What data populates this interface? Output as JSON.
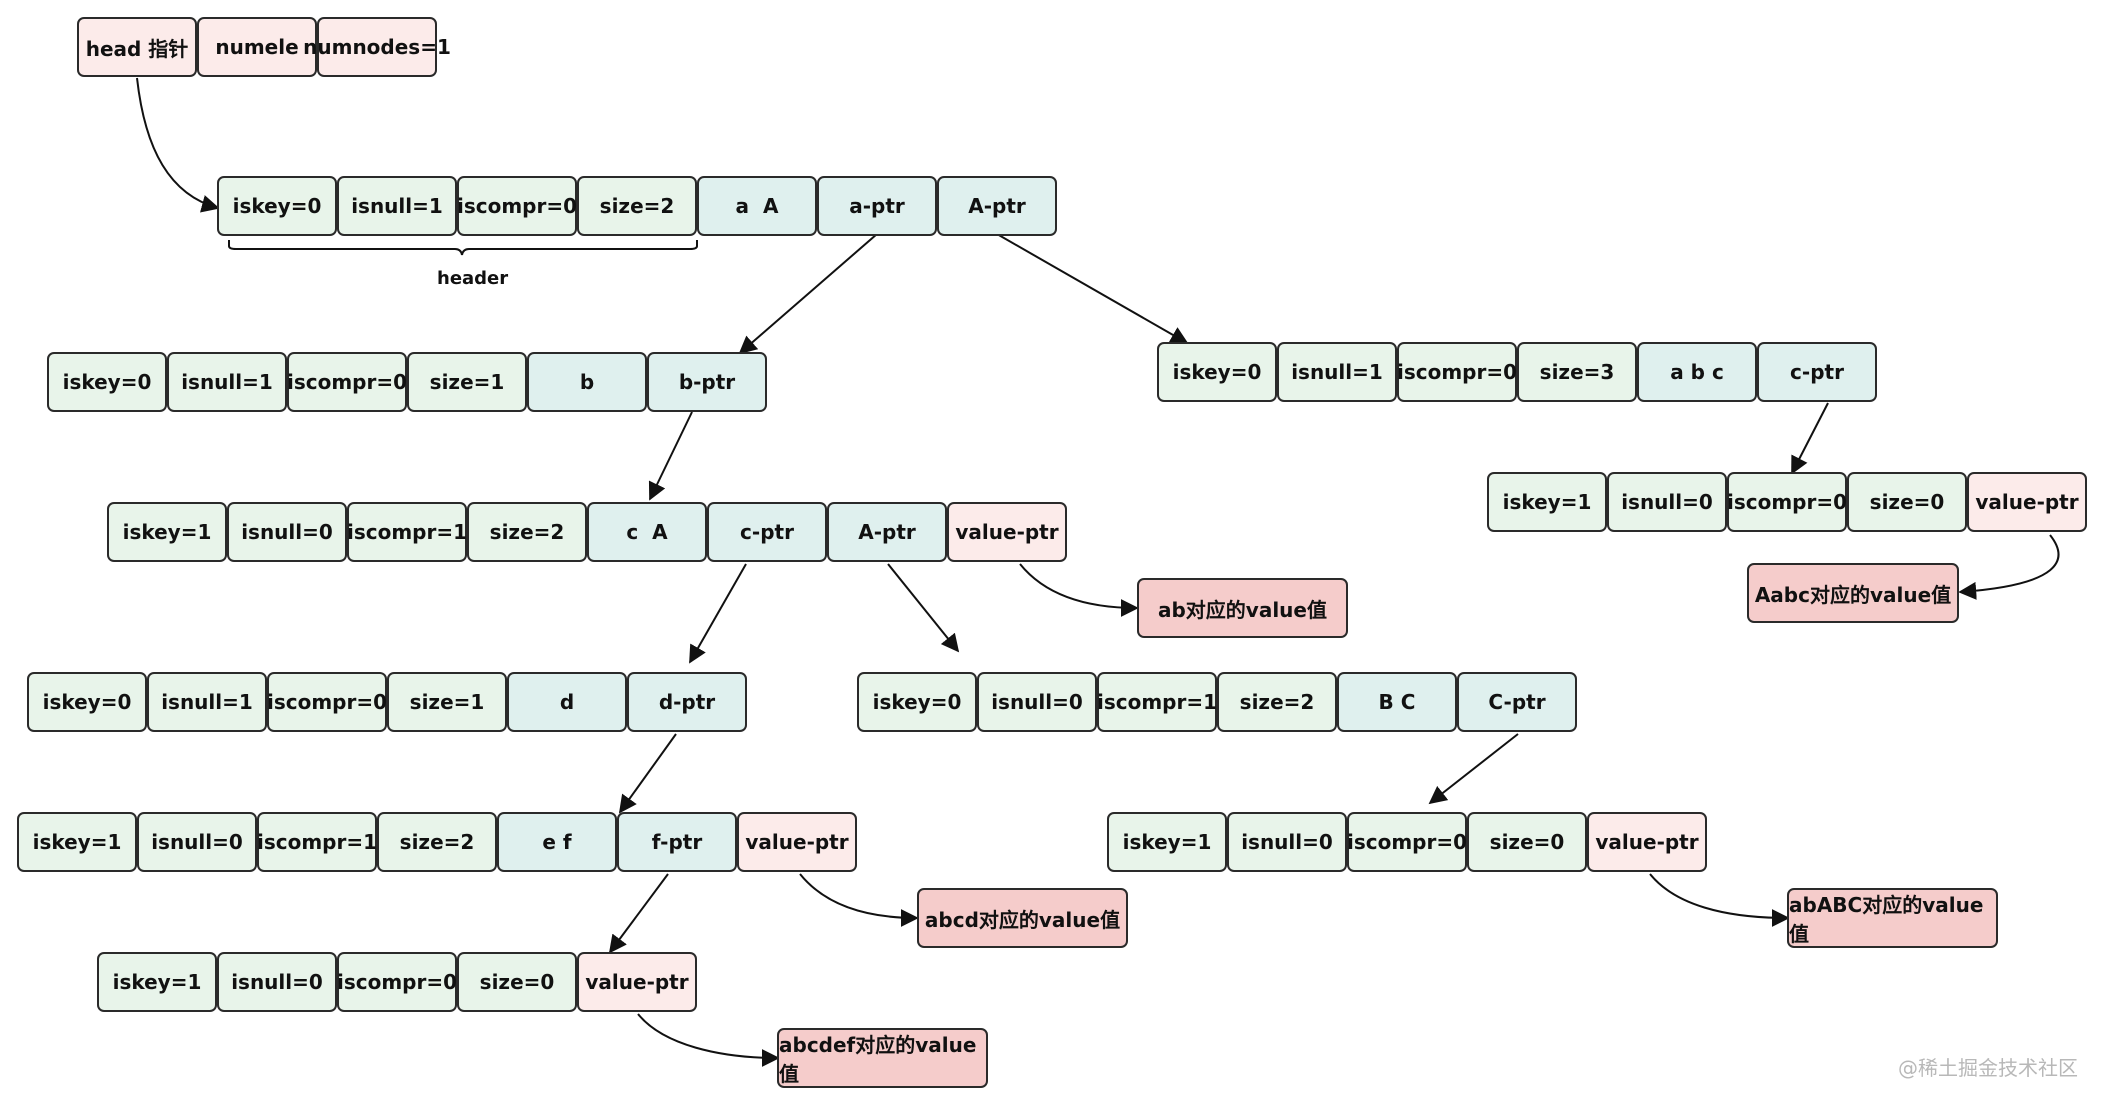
{
  "top_row": [
    "head 指针",
    "numele",
    "numnodes=1"
  ],
  "rows": [
    [
      "iskey=0",
      "isnull=1",
      "iscompr=0",
      "size=2",
      "a  A",
      "a-ptr",
      "A-ptr"
    ],
    [
      "iskey=0",
      "isnull=1",
      "iscompr=0",
      "size=1",
      "b",
      "b-ptr"
    ],
    [
      "iskey=0",
      "isnull=1",
      "iscompr=0",
      "size=3",
      "a b c",
      "c-ptr"
    ],
    [
      "iskey=1",
      "isnull=0",
      "iscompr=0",
      "size=0",
      "value-ptr"
    ],
    [
      "iskey=1",
      "isnull=0",
      "iscompr=1",
      "size=2",
      "c  A",
      "c-ptr",
      "A-ptr",
      "value-ptr"
    ],
    [
      "iskey=0",
      "isnull=1",
      "iscompr=0",
      "size=1",
      "d",
      "d-ptr"
    ],
    [
      "iskey=0",
      "isnull=0",
      "iscompr=1",
      "size=2",
      "B C",
      "C-ptr"
    ],
    [
      "iskey=1",
      "isnull=0",
      "iscompr=1",
      "size=2",
      "e f",
      "f-ptr",
      "value-ptr"
    ],
    [
      "iskey=1",
      "isnull=0",
      "iscompr=0",
      "size=0",
      "value-ptr"
    ],
    [
      "iskey=1",
      "isnull=0",
      "iscompr=0",
      "size=0",
      "value-ptr"
    ]
  ],
  "header_label": "header",
  "values": [
    "ab对应的value值",
    "Aabc对应的value值",
    "abcd对应的value值",
    "abABC对应的value值",
    "abcdef对应的value值"
  ],
  "watermark": "@稀土掘金技术社区",
  "colors": {
    "header_cell": "#e8f4ea",
    "char_ptr_cell": "#dff0ee",
    "value_ptr_cell": "#fcebea",
    "value_box": "#f5cccb",
    "line": "#111111"
  }
}
